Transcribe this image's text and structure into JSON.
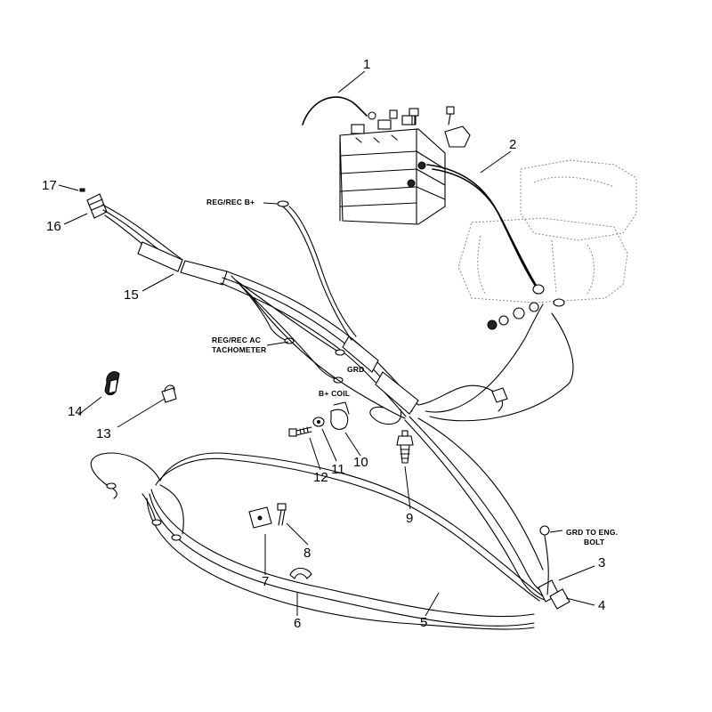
{
  "callouts": [
    "1",
    "2",
    "3",
    "4",
    "5",
    "6",
    "7",
    "8",
    "9",
    "10",
    "11",
    "12",
    "13",
    "14",
    "15",
    "16",
    "17"
  ],
  "labels": {
    "reg_rec_b_plus": "REG/REC B+",
    "reg_rec_ac": "REG/REC AC",
    "tachometer": "TACHOMETER",
    "grd": "GRD",
    "b_plus_coil": "B+ COIL",
    "grd_to_eng_line1": "GRD TO ENG.",
    "grd_to_eng_line2": "BOLT"
  }
}
